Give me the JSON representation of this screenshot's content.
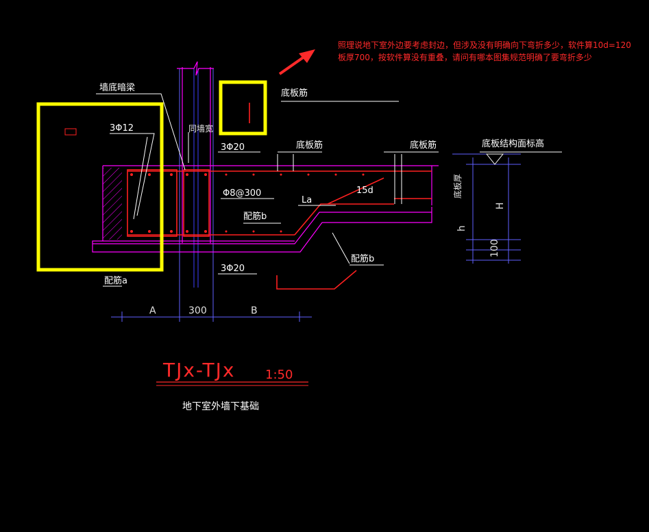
{
  "note": {
    "line1": "照理说地下室外边要考虑封边，但涉及没有明确向下弯折多少，软件算10d=120",
    "line2": "板厚700，按软件算没有重叠，请问有哪本图集规范明确了要弯折多少"
  },
  "labels": {
    "wall_bottom_beam": "墙底暗梁",
    "bottom_rebar_1": "底板筋",
    "wall_width": "同墙宽",
    "bar_3phi20_top": "3Φ20",
    "bottom_rebar_2": "底板筋",
    "bottom_rebar_3": "底板筋",
    "slab_top_elev": "底板结构面标高",
    "bar_3phi12": "3Φ12",
    "stirrup": "Φ8@300",
    "anchor_la": "La",
    "len_15d": "15d",
    "rebar_b": "配筋b",
    "rebar_b2": "配筋b",
    "rebar_a": "配筋a",
    "bar_3phi20_bottom": "3Φ20",
    "slab_thk": "底板厚",
    "H": "H",
    "h": "h",
    "dim_100": "100",
    "dim_A": "A",
    "dim_300": "300",
    "dim_B": "B"
  },
  "title": {
    "code": "TJx-TJx",
    "scale": "1:50",
    "subtitle": "地下室外墙下基础"
  },
  "colors": {
    "background": "#000000",
    "highlight": "#ffff00",
    "concrete": "#ff00ff",
    "rebar": "#ff2020",
    "dimension": "#8080ff",
    "text": "#ffffff",
    "annotation": "#ff2a2a"
  }
}
